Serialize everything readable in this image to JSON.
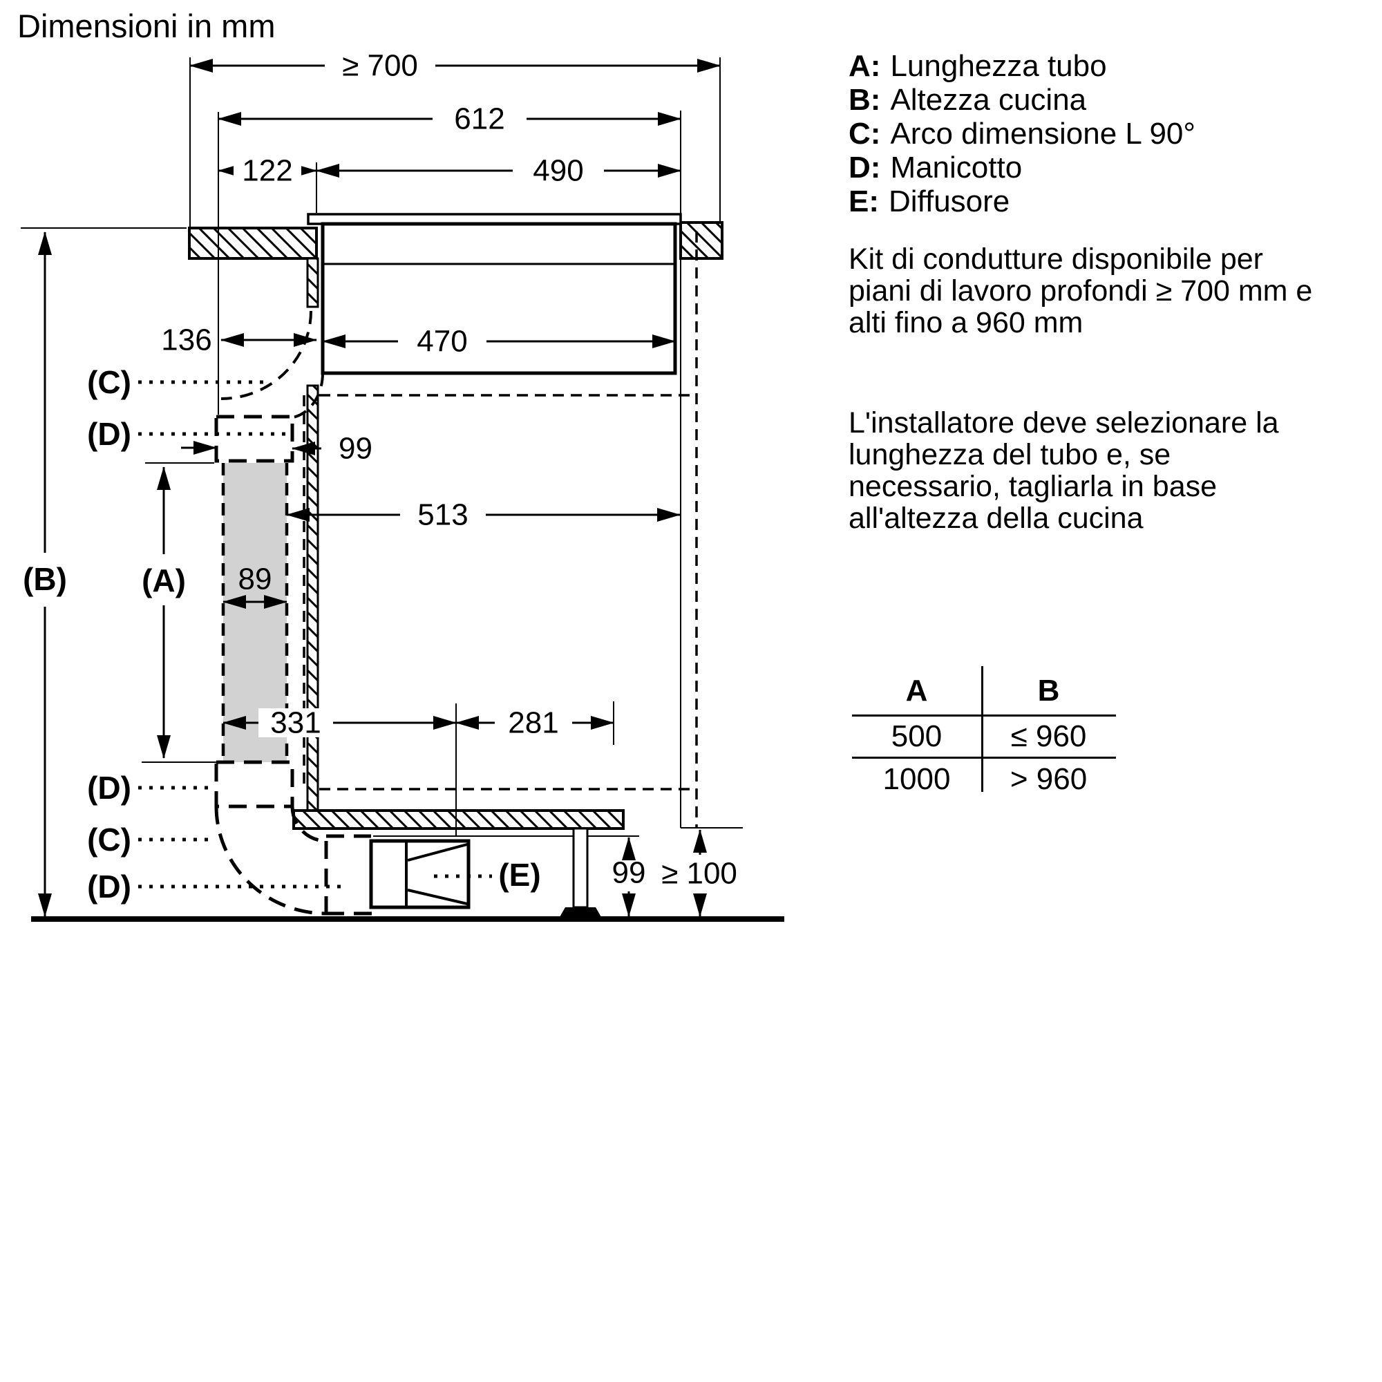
{
  "title": "Dimensioni in mm",
  "legend": {
    "items": [
      {
        "key": "A:",
        "label": "Lunghezza tubo"
      },
      {
        "key": "B:",
        "label": "Altezza cucina"
      },
      {
        "key": "C:",
        "label": "Arco dimensione L 90°"
      },
      {
        "key": "D:",
        "label": "Manicotto"
      },
      {
        "key": "E:",
        "label": "Diffusore"
      }
    ]
  },
  "notes": {
    "kit_lines": [
      "Kit di condutture disponibile per",
      "piani di lavoro profondi ≥ 700 mm e",
      "alti fino a 960 mm"
    ],
    "installer_lines": [
      "L'installatore deve selezionare la",
      "lunghezza del tubo e, se",
      "necessario, tagliarla in base",
      "all'altezza della cucina"
    ]
  },
  "table": {
    "col_a": "A",
    "col_b": "B",
    "rows": [
      [
        "500",
        "≤ 960"
      ],
      [
        "1000",
        "> 960"
      ]
    ]
  },
  "diagram": {
    "dims": {
      "worktop_depth_min": "≥ 700",
      "overall_width": "612",
      "left_offset": "122",
      "cutout_width": "490",
      "inlet_offset": "136",
      "body_width": "470",
      "duct_offset": "99",
      "interior_width": "513",
      "tube_width": "89",
      "bottom_left": "331",
      "bottom_right": "281",
      "plinth_height": "99",
      "floor_clearance": "≥ 100"
    },
    "callouts": {
      "a": "(A)",
      "b": "(B)",
      "c": "(C)",
      "d": "(D)",
      "e": "(E)"
    }
  }
}
